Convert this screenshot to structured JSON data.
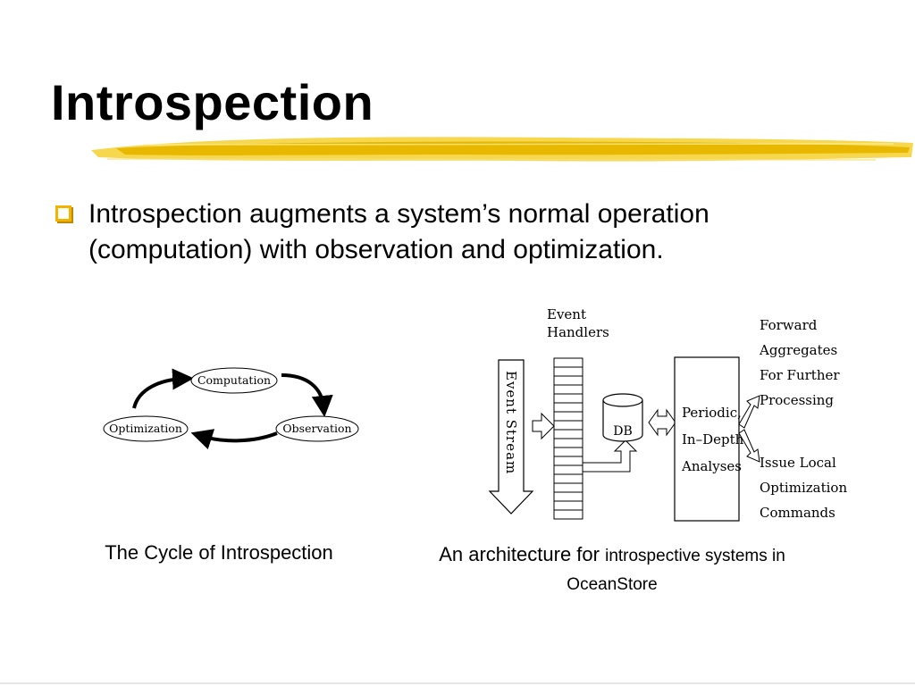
{
  "slide": {
    "title": "Introspection",
    "bullet": "Introspection augments a system’s normal operation (computation) with observation and optimization.",
    "accent_color": "#f5c518"
  },
  "cycle": {
    "nodes": [
      "Computation",
      "Observation",
      "Optimization"
    ],
    "caption": "The Cycle of Introspection"
  },
  "architecture": {
    "event_handlers": "Event",
    "event_handlers_2": "Handlers",
    "event_stream": "Event Stream",
    "db": "DB",
    "analysis": [
      "Periodic,",
      "In–Depth",
      "Analyses"
    ],
    "forward": [
      "Forward",
      "Aggregates",
      "For Further",
      "Processing"
    ],
    "issue": [
      "Issue Local",
      "Optimization",
      "Commands"
    ],
    "caption_part1": "An architecture for ",
    "caption_part2": "introspective systems in",
    "caption_part3": "OceanStore"
  }
}
